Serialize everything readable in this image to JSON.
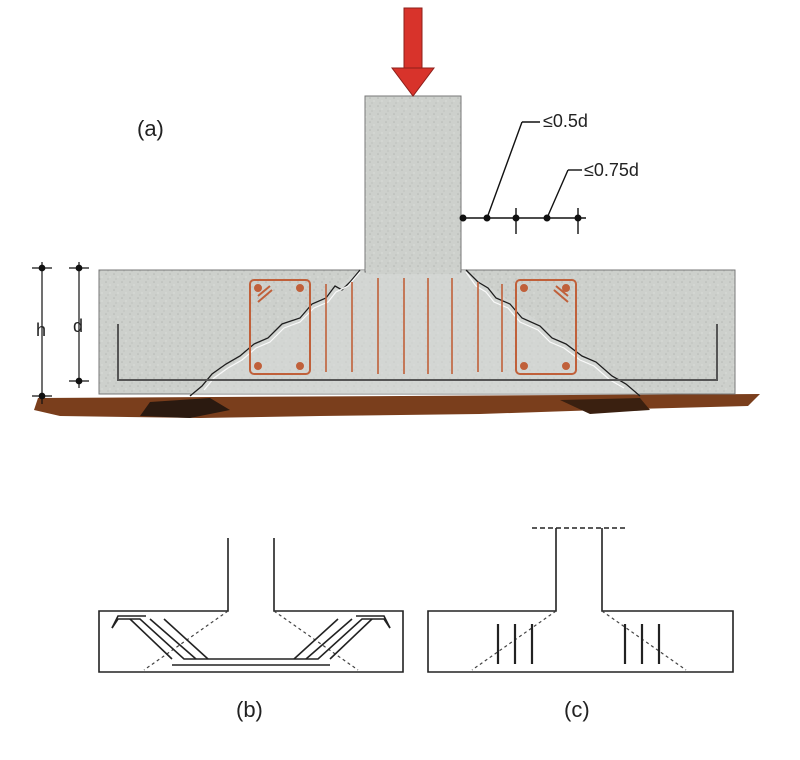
{
  "figure": {
    "panel_a": {
      "label": "(a)",
      "dims": {
        "h": "h",
        "d": "d"
      },
      "spacing": {
        "first": "≤0.5d",
        "second": "≤0.75d"
      },
      "colors": {
        "concrete": "#c9cbc8",
        "load_arrow": "#d8332b",
        "rebar": "#c0603a",
        "soil": "#7a3e1c"
      }
    },
    "panel_b": {
      "label": "(b)"
    },
    "panel_c": {
      "label": "(c)"
    }
  }
}
